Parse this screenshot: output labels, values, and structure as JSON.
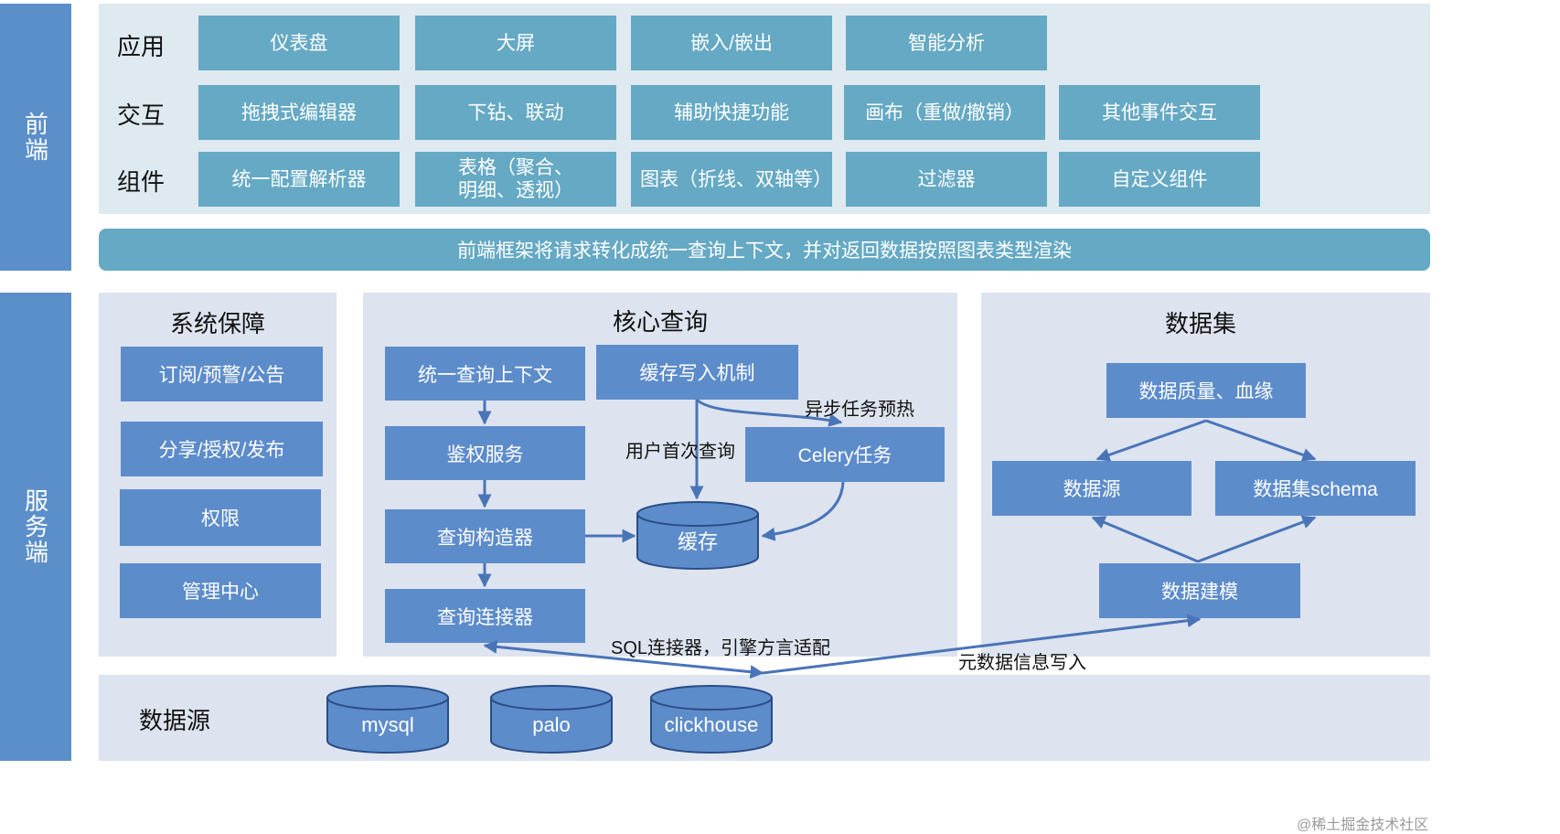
{
  "frontend": {
    "label": "前端",
    "rows": [
      {
        "label": "应用",
        "items": [
          "仪表盘",
          "大屏",
          "嵌入/嵌出",
          "智能分析"
        ]
      },
      {
        "label": "交互",
        "items": [
          "拖拽式编辑器",
          "下钻、联动",
          "辅助快捷功能",
          "画布（重做/撤销）",
          "其他事件交互"
        ]
      },
      {
        "label": "组件",
        "items": [
          "统一配置解析器",
          "表格（聚合、明细、透视）",
          "图表（折线、双轴等）",
          "过滤器",
          "自定义组件"
        ]
      }
    ],
    "banner": "前端框架将请求转化成统一查询上下文，并对返回数据按照图表类型渲染"
  },
  "backend": {
    "label": "服务端",
    "system": {
      "title": "系统保障",
      "items": [
        "订阅/预警/公告",
        "分享/授权/发布",
        "权限",
        "管理中心"
      ]
    },
    "core": {
      "title": "核心查询",
      "unified_context": "统一查询上下文",
      "auth": "鉴权服务",
      "builder": "查询构造器",
      "connector": "查询连接器",
      "cache_write": "缓存写入机制",
      "celery": "Celery任务",
      "cache": "缓存",
      "note_async": "异步任务预热",
      "note_first_query": "用户首次查询"
    },
    "dataset": {
      "title": "数据集",
      "quality": "数据质量、血缘",
      "source": "数据源",
      "schema": "数据集schema",
      "modeling": "数据建模"
    }
  },
  "datasource": {
    "label": "数据源",
    "dbs": [
      "mysql",
      "palo",
      "clickhouse"
    ]
  },
  "notes": {
    "sql": "SQL连接器，引擎方言适配",
    "meta": "元数据信息写入"
  },
  "watermark": "@稀土掘金技术社区",
  "colors": {
    "teal": "#65a9c4",
    "blue": "#5d8ccb",
    "side": "#5b8fc9",
    "arrow": "#4a74b8"
  }
}
